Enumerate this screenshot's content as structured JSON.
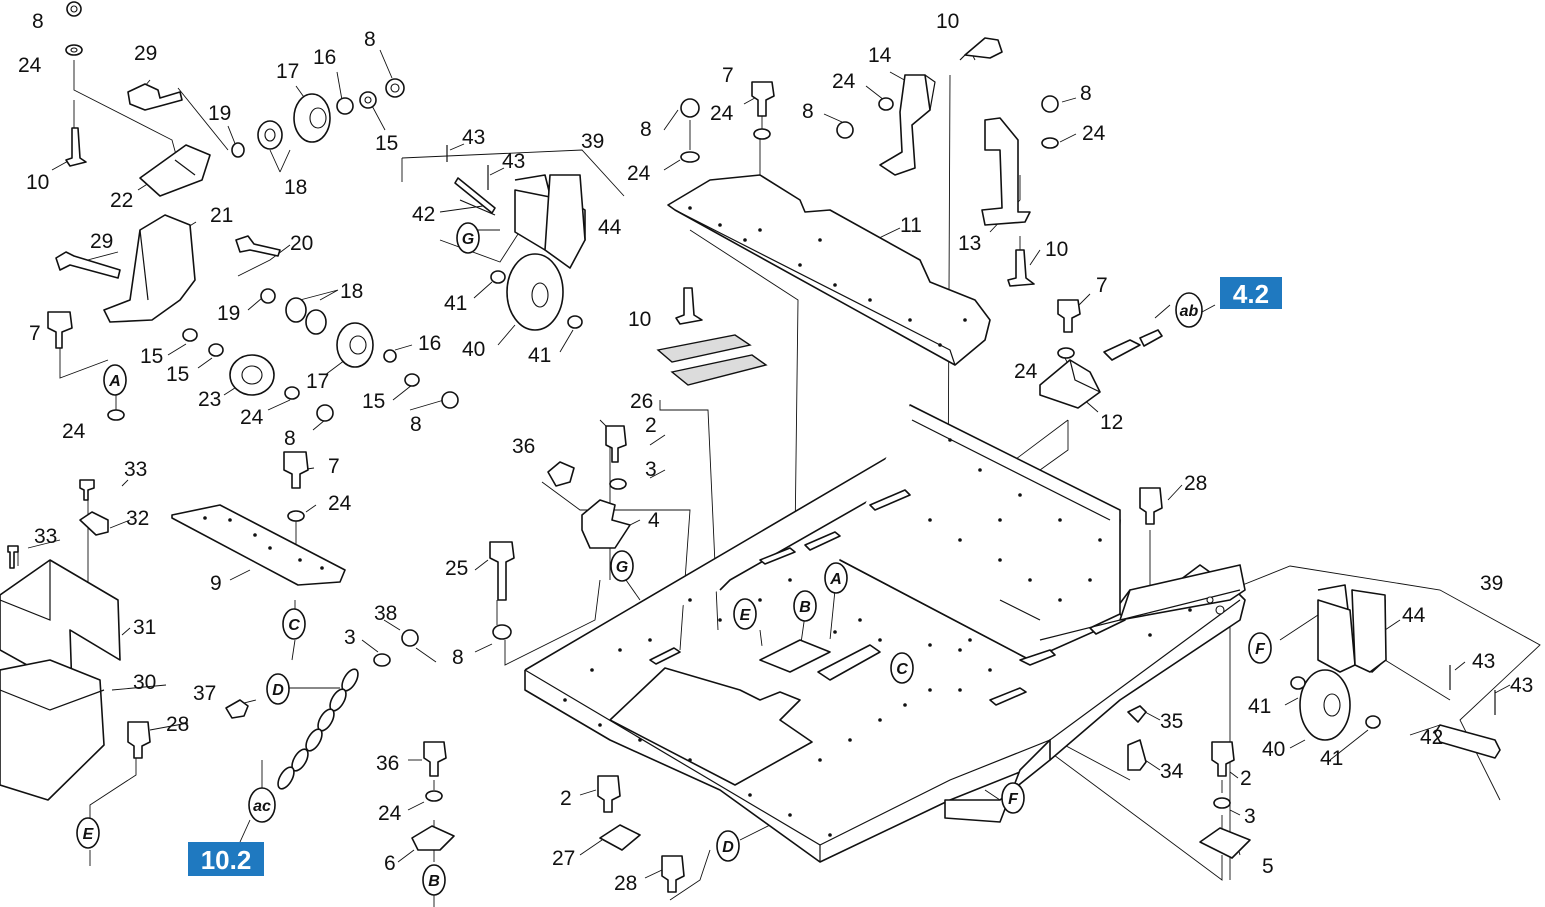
{
  "callouts": [
    {
      "n": "8"
    },
    {
      "n": "24"
    },
    {
      "n": "29"
    },
    {
      "n": "17"
    },
    {
      "n": "16"
    },
    {
      "n": "8"
    },
    {
      "n": "19"
    },
    {
      "n": "15"
    },
    {
      "n": "10"
    },
    {
      "n": "18"
    },
    {
      "n": "22"
    },
    {
      "n": "21"
    },
    {
      "n": "29"
    },
    {
      "n": "20"
    },
    {
      "n": "18"
    },
    {
      "n": "19"
    },
    {
      "n": "7"
    },
    {
      "n": "15"
    },
    {
      "n": "16"
    },
    {
      "n": "15"
    },
    {
      "n": "17"
    },
    {
      "n": "23"
    },
    {
      "n": "15"
    },
    {
      "n": "24"
    },
    {
      "n": "8"
    },
    {
      "n": "8"
    },
    {
      "n": "24"
    },
    {
      "n": "43"
    },
    {
      "n": "43"
    },
    {
      "n": "39"
    },
    {
      "n": "42"
    },
    {
      "n": "44"
    },
    {
      "n": "41"
    },
    {
      "n": "40"
    },
    {
      "n": "41"
    },
    {
      "n": "7"
    },
    {
      "n": "8"
    },
    {
      "n": "24"
    },
    {
      "n": "24"
    },
    {
      "n": "10"
    },
    {
      "n": "14"
    },
    {
      "n": "24"
    },
    {
      "n": "8"
    },
    {
      "n": "8"
    },
    {
      "n": "24"
    },
    {
      "n": "11"
    },
    {
      "n": "13"
    },
    {
      "n": "10"
    },
    {
      "n": "10"
    },
    {
      "n": "7"
    },
    {
      "n": "24"
    },
    {
      "n": "12"
    },
    {
      "n": "26"
    },
    {
      "n": "2"
    },
    {
      "n": "36"
    },
    {
      "n": "3"
    },
    {
      "n": "4"
    },
    {
      "n": "28"
    },
    {
      "n": "33"
    },
    {
      "n": "7"
    },
    {
      "n": "32"
    },
    {
      "n": "24"
    },
    {
      "n": "33"
    },
    {
      "n": "9"
    },
    {
      "n": "31"
    },
    {
      "n": "25"
    },
    {
      "n": "38"
    },
    {
      "n": "3"
    },
    {
      "n": "8"
    },
    {
      "n": "30"
    },
    {
      "n": "37"
    },
    {
      "n": "28"
    },
    {
      "n": "36"
    },
    {
      "n": "24"
    },
    {
      "n": "6"
    },
    {
      "n": "2"
    },
    {
      "n": "27"
    },
    {
      "n": "28"
    },
    {
      "n": "39"
    },
    {
      "n": "44"
    },
    {
      "n": "43"
    },
    {
      "n": "43"
    },
    {
      "n": "41"
    },
    {
      "n": "42"
    },
    {
      "n": "40"
    },
    {
      "n": "41"
    },
    {
      "n": "35"
    },
    {
      "n": "34"
    },
    {
      "n": "2"
    },
    {
      "n": "3"
    },
    {
      "n": "5"
    }
  ],
  "letter_marks": [
    {
      "t": "A"
    },
    {
      "t": "A"
    },
    {
      "t": "G"
    },
    {
      "t": "G"
    },
    {
      "t": "C"
    },
    {
      "t": "C"
    },
    {
      "t": "D"
    },
    {
      "t": "D"
    },
    {
      "t": "E"
    },
    {
      "t": "E"
    },
    {
      "t": "B"
    },
    {
      "t": "B"
    },
    {
      "t": "F"
    },
    {
      "t": "F"
    },
    {
      "t": "ab"
    },
    {
      "t": "ac"
    }
  ],
  "section_refs": [
    {
      "t": "4.2"
    },
    {
      "t": "10.2"
    }
  ],
  "colors": {
    "ref_box": "#1f79c0",
    "line": "#111111"
  }
}
